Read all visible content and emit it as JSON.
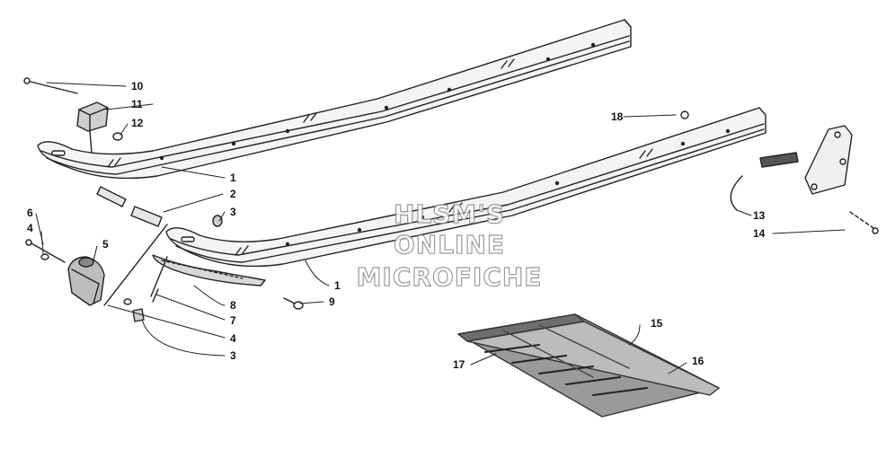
{
  "watermark": {
    "line1": "HLSM'S",
    "line2": "ONLINE",
    "line3": "MICROFICHE"
  },
  "callouts": [
    {
      "id": "c10",
      "text": "10"
    },
    {
      "id": "c11",
      "text": "11"
    },
    {
      "id": "c12",
      "text": "12"
    },
    {
      "id": "c1a",
      "text": "1"
    },
    {
      "id": "c2",
      "text": "2"
    },
    {
      "id": "c3a",
      "text": "3"
    },
    {
      "id": "c6",
      "text": "6"
    },
    {
      "id": "c4a",
      "text": "4"
    },
    {
      "id": "c5",
      "text": "5"
    },
    {
      "id": "c1b",
      "text": "1"
    },
    {
      "id": "c9",
      "text": "9"
    },
    {
      "id": "c8",
      "text": "8"
    },
    {
      "id": "c7",
      "text": "7"
    },
    {
      "id": "c4b",
      "text": "4"
    },
    {
      "id": "c3b",
      "text": "3"
    },
    {
      "id": "c18",
      "text": "18"
    },
    {
      "id": "c13",
      "text": "13"
    },
    {
      "id": "c14",
      "text": "14"
    },
    {
      "id": "c15",
      "text": "15"
    },
    {
      "id": "c16",
      "text": "16"
    },
    {
      "id": "c17",
      "text": "17"
    }
  ]
}
